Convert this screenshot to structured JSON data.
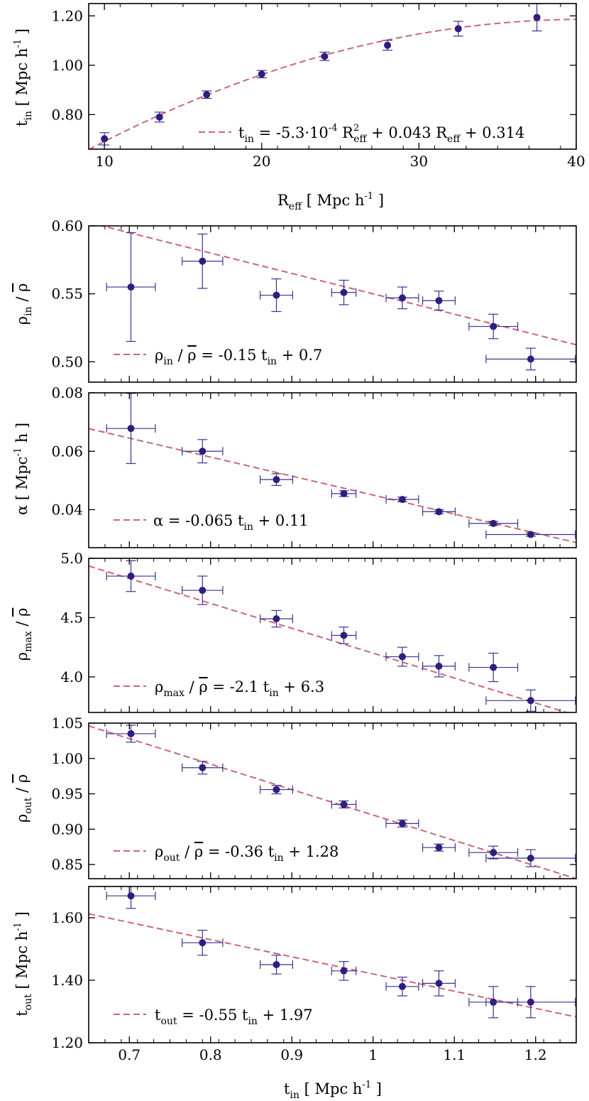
{
  "chart_data": [
    {
      "type": "scatter",
      "ylabel": "t_in [ Mpc h^-1 ]",
      "xlabel": "R_eff [ Mpc h^-1 ]",
      "xlim": [
        9,
        40
      ],
      "ylim": [
        0.66,
        1.25
      ],
      "xticks": [
        10,
        20,
        30,
        40
      ],
      "xtick_labels": [
        "10",
        "20",
        "30",
        "40"
      ],
      "yticks": [
        0.8,
        1.0,
        1.2
      ],
      "ytick_labels": [
        "0.80",
        "1.00",
        "1.20"
      ],
      "points": [
        {
          "x": 10.0,
          "y": 0.702,
          "yerr": 0.025
        },
        {
          "x": 13.5,
          "y": 0.79,
          "yerr": 0.02
        },
        {
          "x": 16.5,
          "y": 0.881,
          "yerr": 0.015
        },
        {
          "x": 20.0,
          "y": 0.964,
          "yerr": 0.015
        },
        {
          "x": 24.0,
          "y": 1.036,
          "yerr": 0.017
        },
        {
          "x": 28.0,
          "y": 1.081,
          "yerr": 0.02
        },
        {
          "x": 32.5,
          "y": 1.148,
          "yerr": 0.03
        },
        {
          "x": 37.5,
          "y": 1.194,
          "yerr": 0.055
        }
      ],
      "fit": {
        "kind": "quadratic",
        "a": -0.00053,
        "b": 0.043,
        "c": 0.314,
        "range": [
          9,
          40
        ]
      },
      "legend": {
        "main": "t",
        "main_sub": "in",
        "rest": " =  -5.3·10",
        "exp": "-4",
        "t1": " R",
        "t1_sup": "2",
        "t1_sub": "eff",
        "t2": " + 0.043 R",
        "t2_sub": "eff",
        "t3": " + 0.314"
      },
      "legend_position": "bottom-right"
    },
    {
      "type": "scatter",
      "ylabel": "ρ_in / ρ̄",
      "xlim": [
        0.65,
        1.25
      ],
      "ylim": [
        0.485,
        0.6
      ],
      "yticks": [
        0.5,
        0.55,
        0.6
      ],
      "ytick_labels": [
        "0.50",
        "0.55",
        "0.60"
      ],
      "points": [
        {
          "x": 0.702,
          "y": 0.555,
          "xerr": 0.03,
          "yerr": 0.04
        },
        {
          "x": 0.79,
          "y": 0.574,
          "xerr": 0.025,
          "yerr": 0.02
        },
        {
          "x": 0.881,
          "y": 0.549,
          "xerr": 0.02,
          "yerr": 0.012
        },
        {
          "x": 0.964,
          "y": 0.551,
          "xerr": 0.015,
          "yerr": 0.009
        },
        {
          "x": 1.036,
          "y": 0.547,
          "xerr": 0.02,
          "yerr": 0.008
        },
        {
          "x": 1.081,
          "y": 0.545,
          "xerr": 0.02,
          "yerr": 0.007
        },
        {
          "x": 1.148,
          "y": 0.526,
          "xerr": 0.03,
          "yerr": 0.009
        },
        {
          "x": 1.194,
          "y": 0.502,
          "xerr": 0.055,
          "yerr": 0.008
        }
      ],
      "fit": {
        "kind": "linear",
        "slope": -0.15,
        "intercept": 0.7,
        "range": [
          0.65,
          1.25
        ]
      },
      "legend": {
        "main": "ρ",
        "main_sub": "in",
        "mid": " / ",
        "over": "ρ",
        "rest": " =  -0.15 t",
        "rest_sub": "in",
        "tail": " + 0.7"
      },
      "legend_position": "bottom-left"
    },
    {
      "type": "scatter",
      "ylabel": "α [ Mpc^-1 h ]",
      "xlim": [
        0.65,
        1.25
      ],
      "ylim": [
        0.027,
        0.08
      ],
      "yticks": [
        0.04,
        0.06,
        0.08
      ],
      "ytick_labels": [
        "0.04",
        "0.06",
        "0.08"
      ],
      "points": [
        {
          "x": 0.702,
          "y": 0.0678,
          "xerr": 0.03,
          "yerr": 0.012
        },
        {
          "x": 0.79,
          "y": 0.06,
          "xerr": 0.025,
          "yerr": 0.004
        },
        {
          "x": 0.881,
          "y": 0.0503,
          "xerr": 0.02,
          "yerr": 0.002
        },
        {
          "x": 0.964,
          "y": 0.0455,
          "xerr": 0.015,
          "yerr": 0.001
        },
        {
          "x": 1.036,
          "y": 0.0435,
          "xerr": 0.02,
          "yerr": 0.0008
        },
        {
          "x": 1.081,
          "y": 0.0393,
          "xerr": 0.02,
          "yerr": 0.0007
        },
        {
          "x": 1.148,
          "y": 0.0353,
          "xerr": 0.03,
          "yerr": 0.0007
        },
        {
          "x": 1.194,
          "y": 0.0315,
          "xerr": 0.055,
          "yerr": 0.0006
        }
      ],
      "fit": {
        "kind": "linear",
        "slope": -0.065,
        "intercept": 0.11,
        "range": [
          0.65,
          1.25
        ]
      },
      "legend": {
        "main": "α",
        "rest": " =  -0.065 t",
        "rest_sub": "in",
        "tail": " + 0.11"
      },
      "legend_position": "bottom-left"
    },
    {
      "type": "scatter",
      "ylabel": "ρ_max / ρ̄",
      "xlim": [
        0.65,
        1.25
      ],
      "ylim": [
        3.7,
        5.0
      ],
      "yticks": [
        4.0,
        4.5,
        5.0
      ],
      "ytick_labels": [
        "4.0",
        "4.5",
        "5.0"
      ],
      "points": [
        {
          "x": 0.702,
          "y": 4.85,
          "xerr": 0.03,
          "yerr": 0.13
        },
        {
          "x": 0.79,
          "y": 4.73,
          "xerr": 0.025,
          "yerr": 0.12
        },
        {
          "x": 0.881,
          "y": 4.49,
          "xerr": 0.02,
          "yerr": 0.07
        },
        {
          "x": 0.964,
          "y": 4.35,
          "xerr": 0.015,
          "yerr": 0.07
        },
        {
          "x": 1.036,
          "y": 4.17,
          "xerr": 0.02,
          "yerr": 0.08
        },
        {
          "x": 1.081,
          "y": 4.09,
          "xerr": 0.02,
          "yerr": 0.09
        },
        {
          "x": 1.148,
          "y": 4.08,
          "xerr": 0.03,
          "yerr": 0.12
        },
        {
          "x": 1.194,
          "y": 3.8,
          "xerr": 0.055,
          "yerr": 0.09
        }
      ],
      "fit": {
        "kind": "linear",
        "slope": -2.1,
        "intercept": 6.3,
        "range": [
          0.65,
          1.25
        ]
      },
      "legend": {
        "main": "ρ",
        "main_sub": "max",
        "mid": " / ",
        "over": "ρ",
        "rest": " =  -2.1 t",
        "rest_sub": "in",
        "tail": " + 6.3"
      },
      "legend_position": "bottom-left"
    },
    {
      "type": "scatter",
      "ylabel": "ρ_out / ρ̄",
      "xlim": [
        0.65,
        1.25
      ],
      "ylim": [
        0.83,
        1.05
      ],
      "yticks": [
        0.85,
        0.9,
        0.95,
        1.0,
        1.05
      ],
      "ytick_labels": [
        "0.85",
        "0.90",
        "0.95",
        "1.00",
        "1.05"
      ],
      "points": [
        {
          "x": 0.702,
          "y": 1.035,
          "xerr": 0.03,
          "yerr": 0.012
        },
        {
          "x": 0.79,
          "y": 0.987,
          "xerr": 0.025,
          "yerr": 0.009
        },
        {
          "x": 0.881,
          "y": 0.956,
          "xerr": 0.02,
          "yerr": 0.006
        },
        {
          "x": 0.964,
          "y": 0.935,
          "xerr": 0.015,
          "yerr": 0.005
        },
        {
          "x": 1.036,
          "y": 0.908,
          "xerr": 0.02,
          "yerr": 0.005
        },
        {
          "x": 1.081,
          "y": 0.874,
          "xerr": 0.02,
          "yerr": 0.005
        },
        {
          "x": 1.148,
          "y": 0.867,
          "xerr": 0.03,
          "yerr": 0.009
        },
        {
          "x": 1.194,
          "y": 0.859,
          "xerr": 0.055,
          "yerr": 0.012
        }
      ],
      "fit": {
        "kind": "linear",
        "slope": -0.36,
        "intercept": 1.28,
        "range": [
          0.65,
          1.25
        ]
      },
      "legend": {
        "main": "ρ",
        "main_sub": "out",
        "mid": " / ",
        "over": "ρ",
        "rest": " =  -0.36 t",
        "rest_sub": "in",
        "tail": " + 1.28"
      },
      "legend_position": "bottom-left"
    },
    {
      "type": "scatter",
      "ylabel": "t_out [ Mpc h^-1 ]",
      "xlabel": "t_in [ Mpc h^-1 ]",
      "xlim": [
        0.65,
        1.25
      ],
      "ylim": [
        1.2,
        1.7
      ],
      "xticks": [
        0.7,
        0.8,
        0.9,
        1.0,
        1.1,
        1.2
      ],
      "xtick_labels": [
        "0.7",
        "0.8",
        "0.9",
        "1",
        "1.1",
        "1.2"
      ],
      "yticks": [
        1.2,
        1.4,
        1.6
      ],
      "ytick_labels": [
        "1.20",
        "1.40",
        "1.60"
      ],
      "points": [
        {
          "x": 0.702,
          "y": 1.67,
          "xerr": 0.03,
          "yerr": 0.04
        },
        {
          "x": 0.79,
          "y": 1.52,
          "xerr": 0.025,
          "yerr": 0.04
        },
        {
          "x": 0.881,
          "y": 1.45,
          "xerr": 0.02,
          "yerr": 0.03
        },
        {
          "x": 0.964,
          "y": 1.43,
          "xerr": 0.015,
          "yerr": 0.03
        },
        {
          "x": 1.036,
          "y": 1.38,
          "xerr": 0.02,
          "yerr": 0.03
        },
        {
          "x": 1.081,
          "y": 1.39,
          "xerr": 0.02,
          "yerr": 0.04
        },
        {
          "x": 1.148,
          "y": 1.33,
          "xerr": 0.03,
          "yerr": 0.05
        },
        {
          "x": 1.194,
          "y": 1.33,
          "xerr": 0.055,
          "yerr": 0.05
        }
      ],
      "fit": {
        "kind": "linear",
        "slope": -0.55,
        "intercept": 1.97,
        "range": [
          0.65,
          1.25
        ]
      },
      "legend": {
        "main": "t",
        "main_sub": "out",
        "rest": " =  -0.55 t",
        "rest_sub": "in",
        "tail": " + 1.97"
      },
      "legend_position": "bottom-left"
    }
  ],
  "style": {
    "point_color": "#2e1e80",
    "error_color": "#3d3290",
    "fit_color": "#cc6677",
    "axis_color": "#000000"
  },
  "axis_text": {
    "p0_y": {
      "main": "t",
      "sub": "in",
      "unit_open": " [ Mpc h",
      "sup": "-1",
      "unit_close": " ]"
    },
    "p0_x": {
      "main": "R",
      "sub": "eff",
      "unit_open": " [ Mpc h",
      "sup": "-1",
      "unit_close": " ]"
    },
    "p1_y": {
      "main": "ρ",
      "sub": "in",
      "mid": " / ",
      "over": "ρ"
    },
    "p2_y": {
      "main": "α",
      "unit_open": " [ Mpc",
      "sup": "-1",
      "unit_close": " h ]"
    },
    "p3_y": {
      "main": "ρ",
      "sub": "max",
      "mid": " / ",
      "over": "ρ"
    },
    "p4_y": {
      "main": "ρ",
      "sub": "out",
      "mid": " / ",
      "over": "ρ"
    },
    "p5_y": {
      "main": "t",
      "sub": "out",
      "unit_open": " [ Mpc h",
      "sup": "-1",
      "unit_close": " ]"
    },
    "p5_x": {
      "main": "t",
      "sub": "in",
      "unit_open": " [ Mpc h",
      "sup": "-1",
      "unit_close": " ]"
    }
  }
}
